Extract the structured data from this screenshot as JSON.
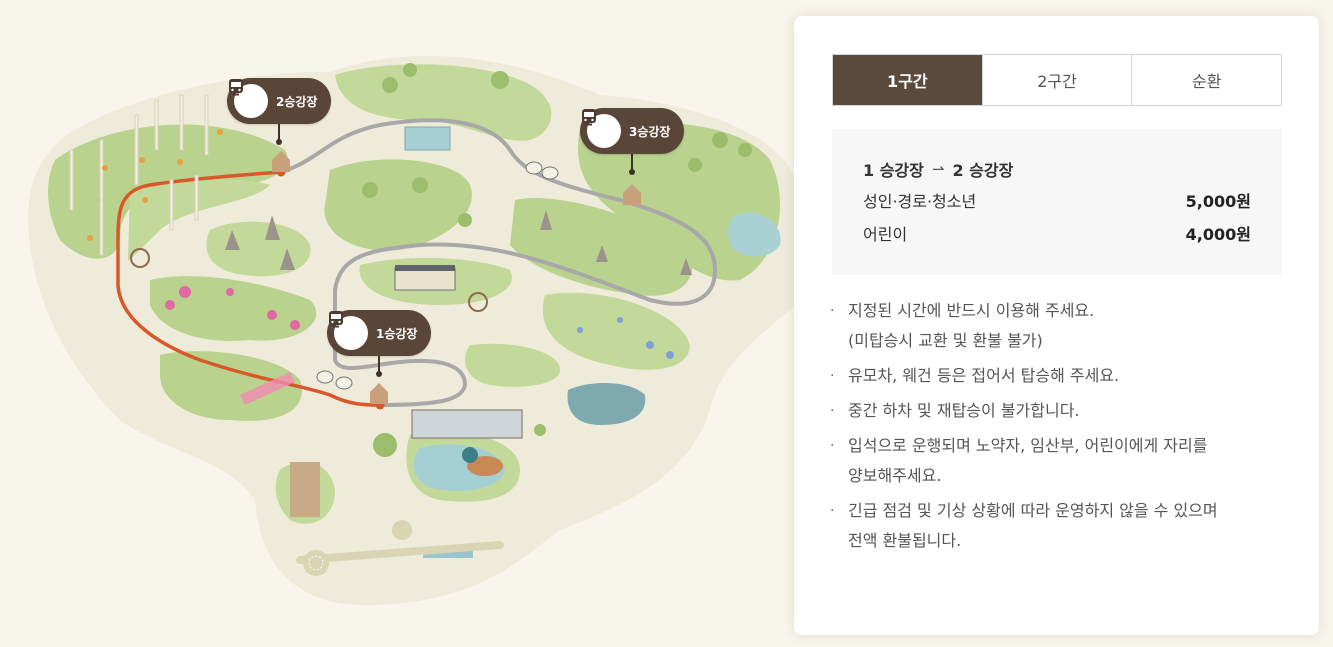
{
  "map": {
    "stations": [
      {
        "id": 2,
        "label": "2승강장",
        "icon": "train-icon"
      },
      {
        "id": 3,
        "label": "3승강장",
        "icon": "train-icon"
      },
      {
        "id": 1,
        "label": "1승강장",
        "icon": "train-icon"
      }
    ],
    "route_color": "#d9582a",
    "track_color": "#a8a8a8"
  },
  "tabs": [
    {
      "label": "1구간",
      "active": true
    },
    {
      "label": "2구간",
      "active": false
    },
    {
      "label": "순환",
      "active": false
    }
  ],
  "fare": {
    "route_from": "1 승강장",
    "arrow": "⇀",
    "route_to": "2 승강장",
    "rows": [
      {
        "category": "성인·경로·청소년",
        "price": "5,000원"
      },
      {
        "category": "어린이",
        "price": "4,000원"
      }
    ]
  },
  "notices": [
    {
      "bullet": "·",
      "text": "지정된 시간에 반드시 이용해 주세요.",
      "sub": "(미탑승시 교환 및 환불 불가)"
    },
    {
      "bullet": "·",
      "text": "유모차, 웨건 등은 접어서 탑승해 주세요."
    },
    {
      "bullet": "·",
      "text": "중간 하차 및 재탑승이 불가합니다."
    },
    {
      "bullet": "·",
      "text": "입석으로 운행되며 노약자, 임산부, 어린이에게 자리를",
      "sub": "양보해주세요."
    },
    {
      "bullet": "·",
      "text": "긴급 점검 및 기상 상황에 따라 운영하지 않을 수 있으며",
      "sub": "전액 환불됩니다."
    }
  ],
  "colors": {
    "accent_brown": "#5a4a3b",
    "background": "#f8f6ec",
    "card": "#ffffff",
    "fare_box": "#f7f7f7"
  }
}
